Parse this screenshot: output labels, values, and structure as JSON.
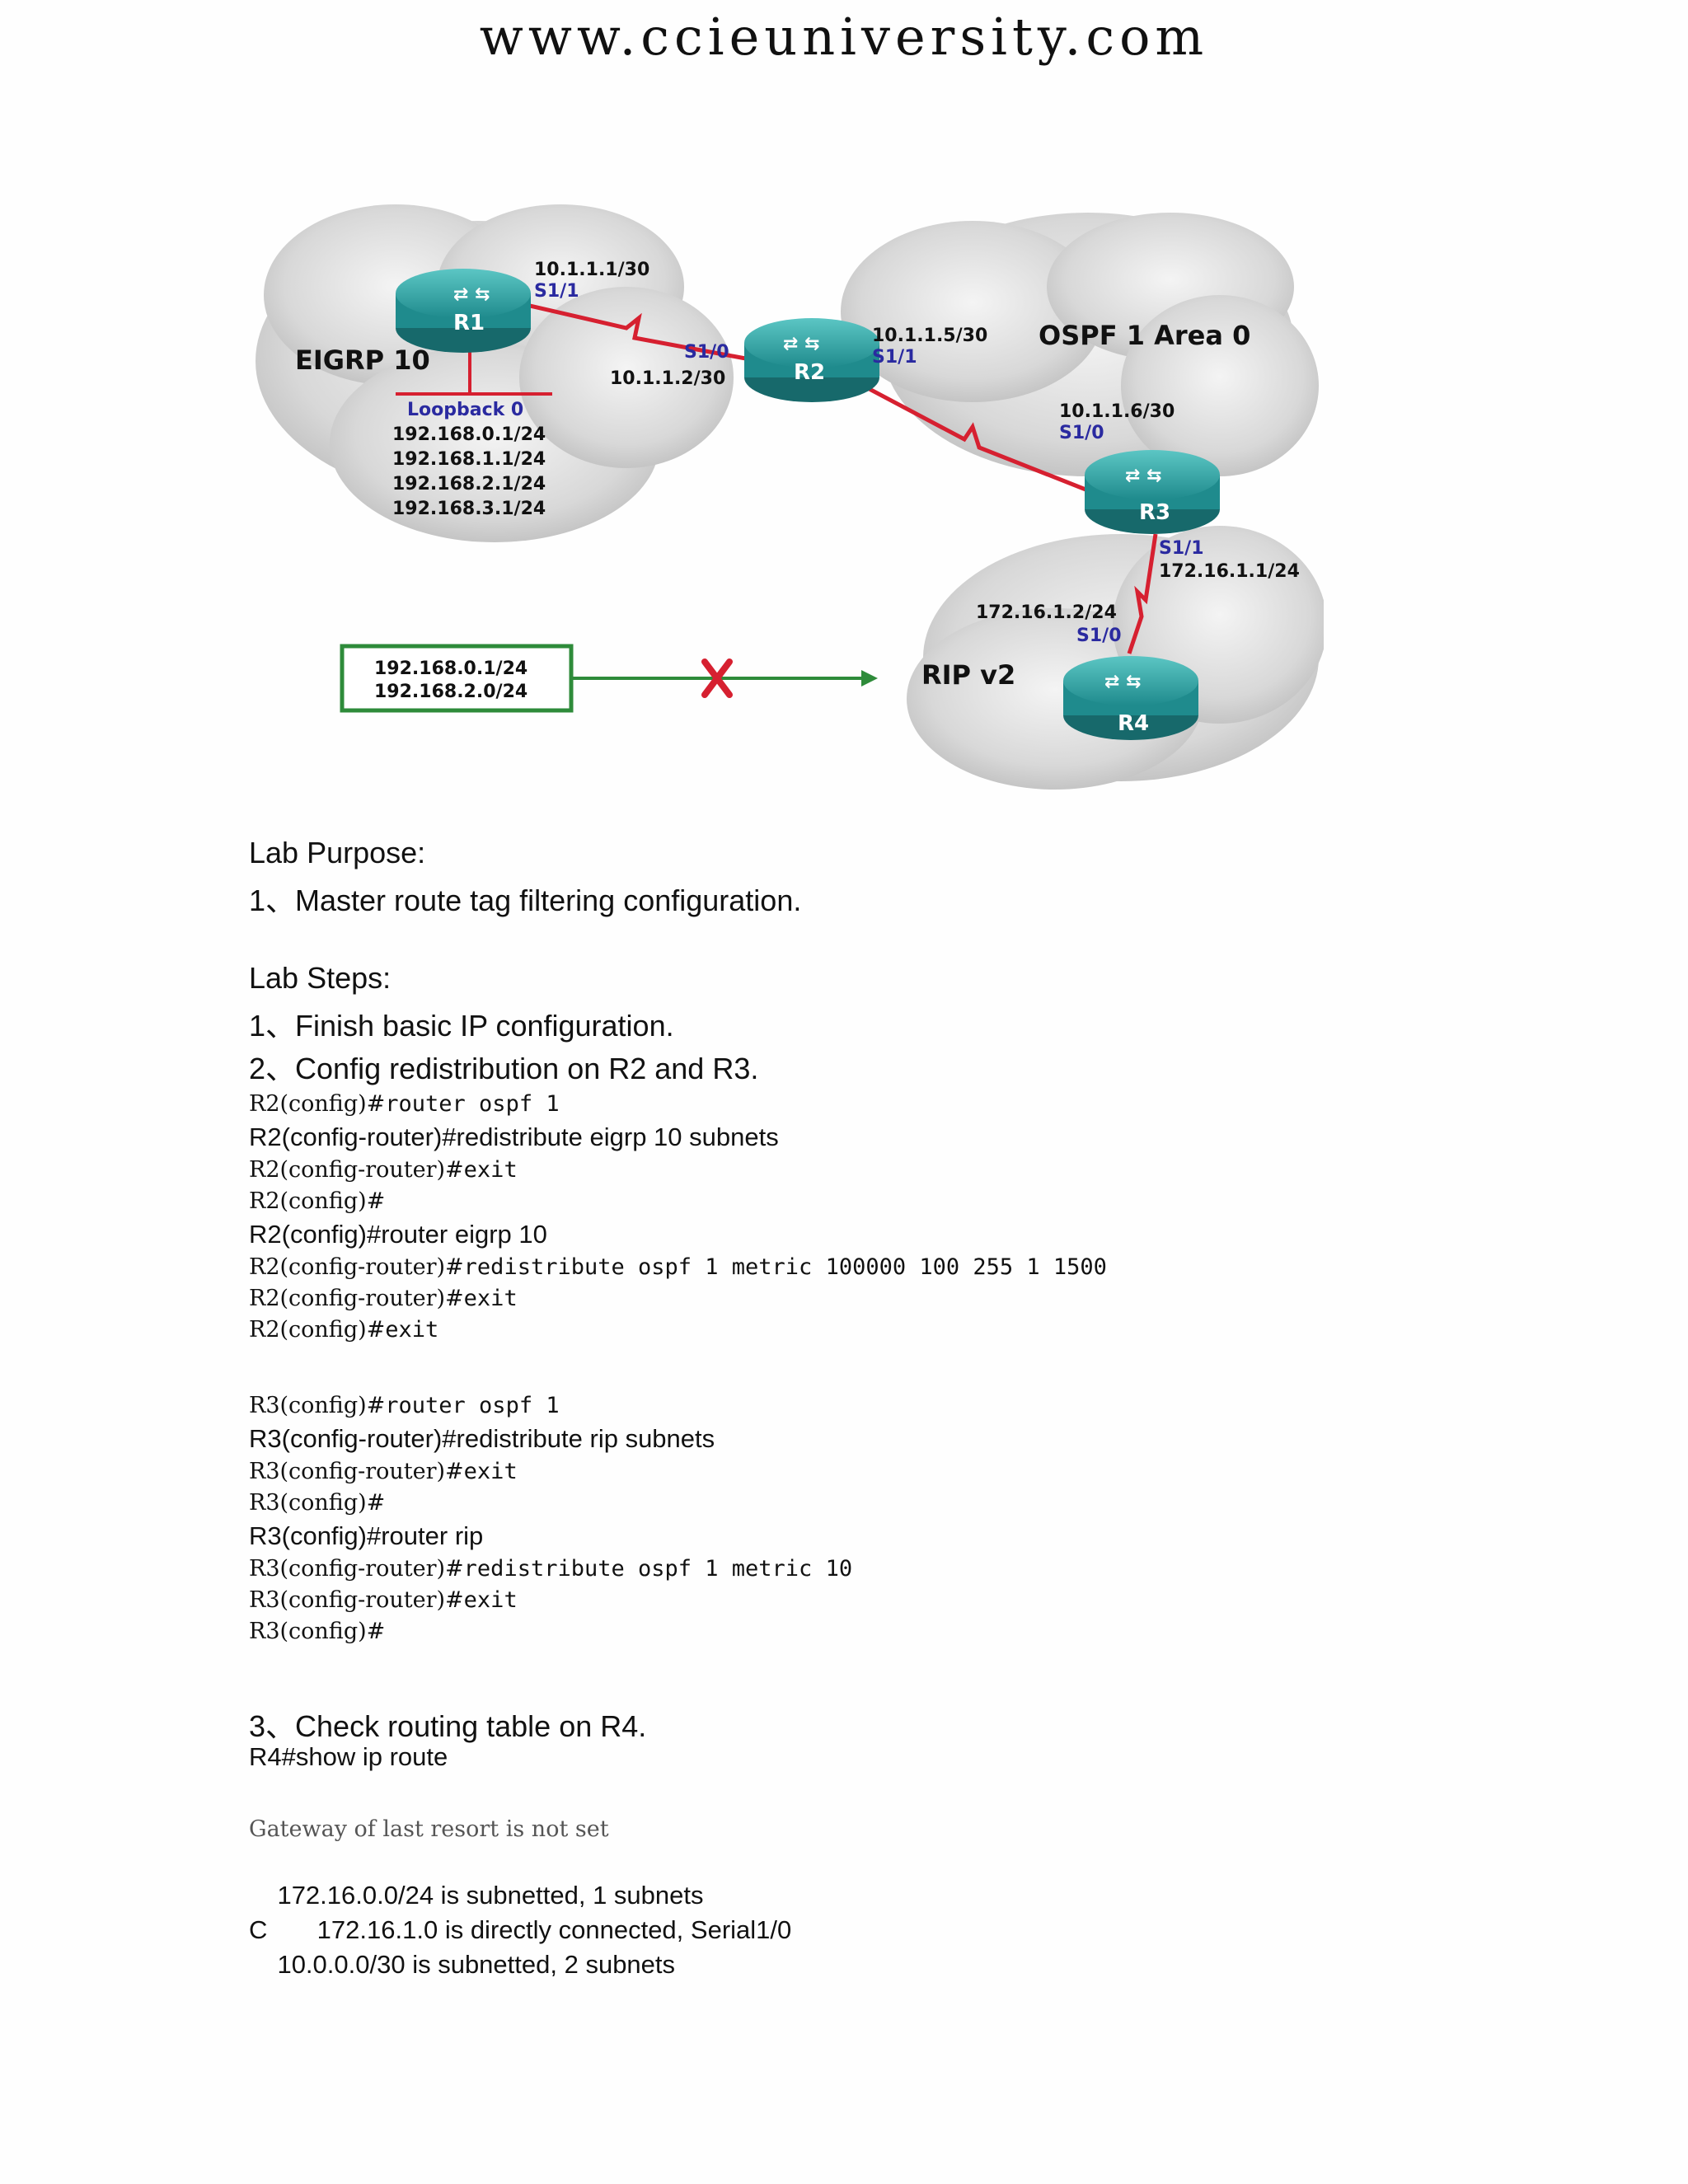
{
  "header": {
    "site": "www.ccieuniversity.com"
  },
  "diagram": {
    "routers": [
      "R1",
      "R2",
      "R3",
      "R4"
    ],
    "domains": [
      "EIGRP 10",
      "OSPF 1 Area 0",
      "RIP v2"
    ],
    "r1": {
      "ip": "10.1.1.1/30",
      "intf": "S1/1",
      "loopback_title": "Loopback 0",
      "loopbacks": [
        "192.168.0.1/24",
        "192.168.1.1/24",
        "192.168.2.1/24",
        "192.168.3.1/24"
      ]
    },
    "r2": {
      "left_intf": "S1/0",
      "left_ip": "10.1.1.2/30",
      "right_ip": "10.1.1.5/30",
      "right_intf": "S1/1"
    },
    "r3": {
      "top_ip": "10.1.1.6/30",
      "top_intf": "S1/0",
      "bottom_intf": "S1/1",
      "bottom_ip": "172.16.1.1/24"
    },
    "r4": {
      "ip": "172.16.1.2/24",
      "intf": "S1/0"
    },
    "filter_box": [
      "192.168.0.1/24",
      "192.168.2.0/24"
    ],
    "colors": {
      "router": "#1f8b8d",
      "link": "#d62030",
      "filter_arrow": "#2e8b3a",
      "intf_label": "#2a2aa0"
    }
  },
  "doc": {
    "purpose_title": "Lab Purpose:",
    "purpose_1": "1、Master route tag filtering configuration.",
    "steps_title": "Lab Steps:",
    "step_1": "1、Finish basic IP configuration.",
    "step_2": "2、Config redistribution on R2 and R3.",
    "r2_block": [
      {
        "prompt": "R2(config)#",
        "cmd": "router ospf 1"
      },
      {
        "full": "R2(config-router)#redistribute eigrp 10 subnets"
      },
      {
        "prompt": "R2(config-router)#",
        "cmd": "exit"
      },
      {
        "prompt": "R2(config)#",
        "cmd": ""
      },
      {
        "full": "R2(config)#router eigrp 10"
      },
      {
        "prompt": "R2(config-router)#",
        "cmd": "redistribute ospf 1 metric 100000 100 255 1 1500"
      },
      {
        "prompt": "R2(config-router)#",
        "cmd": "exit"
      },
      {
        "prompt": "R2(config)#",
        "cmd": "exit"
      }
    ],
    "r3_block": [
      {
        "prompt": "R3(config)#",
        "cmd": "router ospf 1"
      },
      {
        "full": "R3(config-router)#redistribute rip subnets"
      },
      {
        "prompt": "R3(config-router)#",
        "cmd": "exit"
      },
      {
        "prompt": "R3(config)#",
        "cmd": ""
      },
      {
        "full": "R3(config)#router rip"
      },
      {
        "prompt": "R3(config-router)#",
        "cmd": "redistribute ospf 1 metric 10"
      },
      {
        "prompt": "R3(config-router)#",
        "cmd": "exit"
      },
      {
        "prompt": "R3(config)#",
        "cmd": ""
      }
    ],
    "step_3": "3、Check routing table on R4.",
    "show_cmd": "R4#show ip route",
    "gateway": "Gateway of last resort is not set",
    "route_1": "    172.16.0.0/24 is subnetted, 1 subnets",
    "route_2": "C       172.16.1.0 is directly connected, Serial1/0",
    "route_3": "    10.0.0.0/30 is subnetted, 2 subnets"
  }
}
